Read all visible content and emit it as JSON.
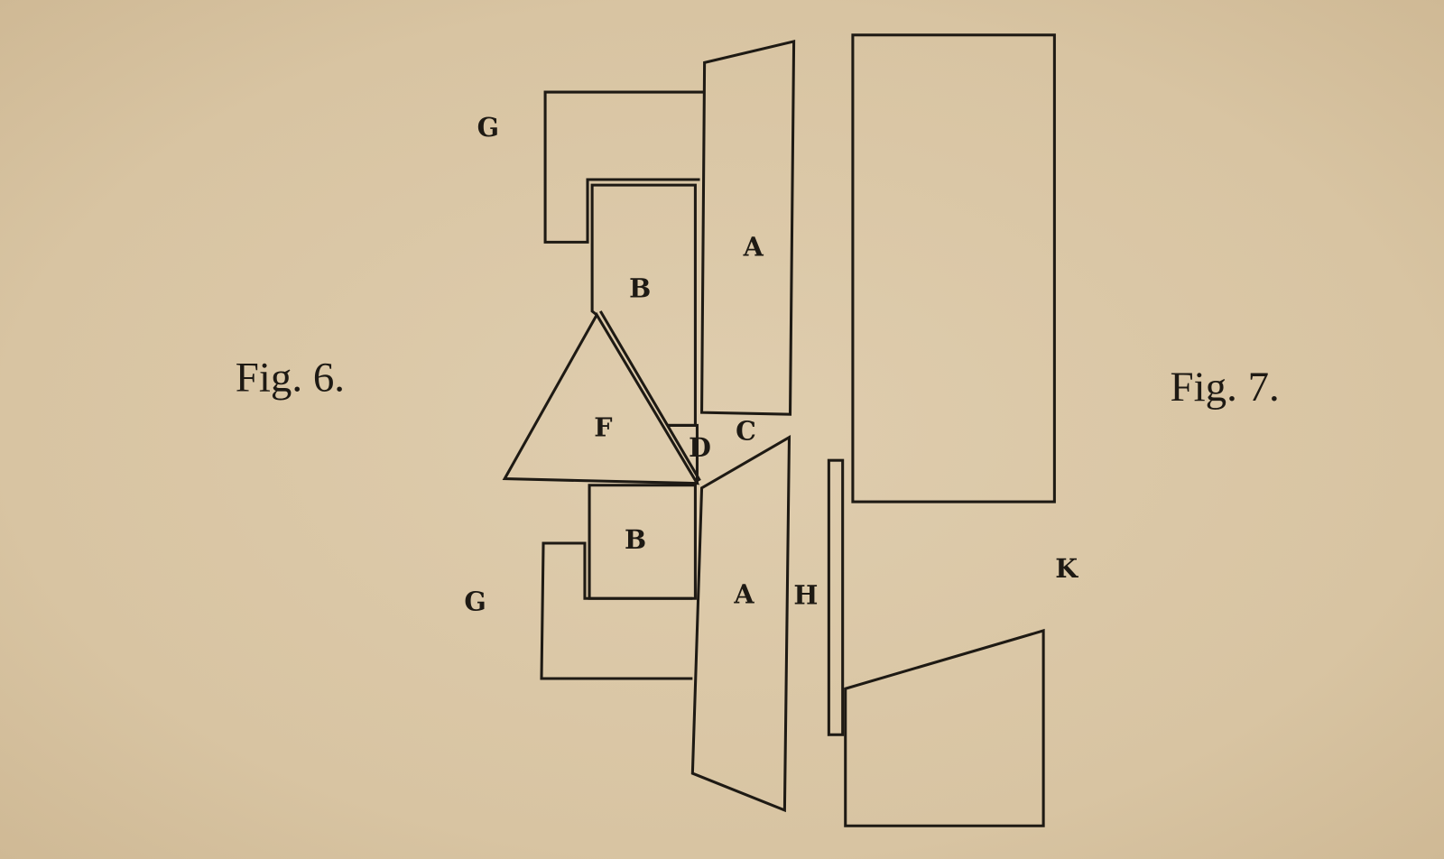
{
  "figure6": {
    "caption": "Fig. 6.",
    "labels": {
      "g_top": "G",
      "a_top": "A",
      "b_top": "B",
      "f": "F",
      "d": "D",
      "c": "C",
      "b_bottom": "B",
      "g_bottom": "G",
      "a_bottom": "A",
      "h": "H"
    }
  },
  "figure7": {
    "caption": "Fig. 7.",
    "labels": {
      "k": "K"
    }
  }
}
